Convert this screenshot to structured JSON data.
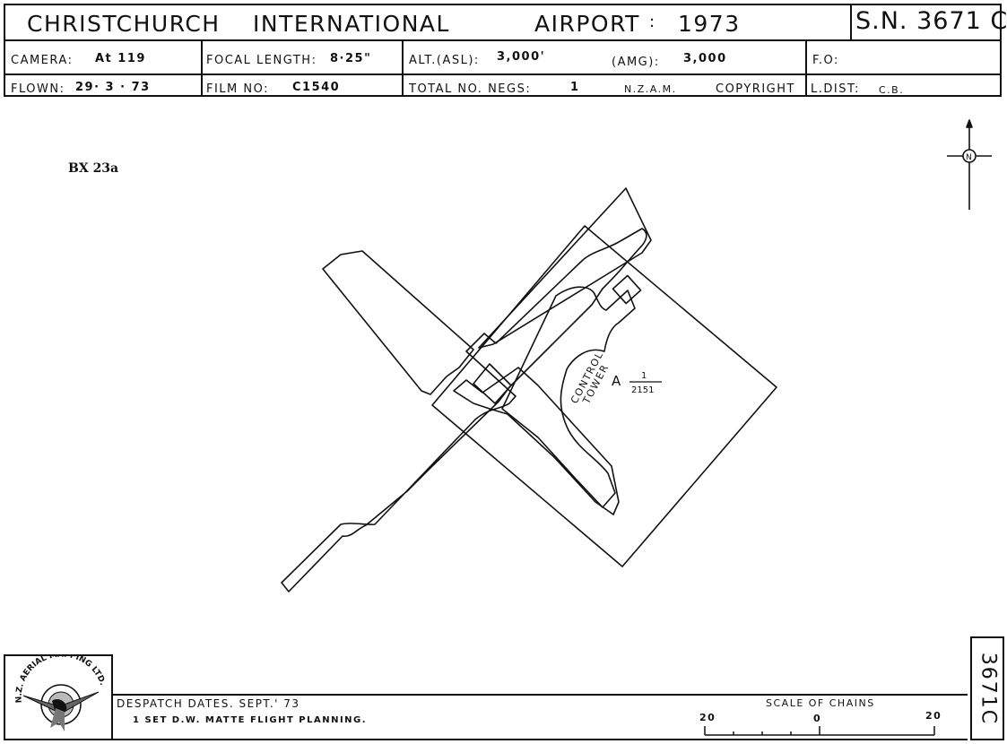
{
  "header": {
    "title_place": "CHRISTCHURCH",
    "title_word2": "INTERNATIONAL",
    "title_word3": "AIRPORT",
    "title_colon": ":",
    "title_year": "1973",
    "sheet_number": "S.N. 3671 C",
    "row1": {
      "camera_label": "CAMERA:",
      "camera_value": "At 119",
      "focal_label": "FOCAL LENGTH:",
      "focal_value": "8·25\"",
      "alt_label": "ALT.(ASL):",
      "alt_value": "3,000'",
      "amg_label": "(AMG):",
      "amg_value": "3,000",
      "fo_label": "F.O:"
    },
    "row2": {
      "flown_label": "FLOWN:",
      "flown_value": "29· 3 · 73",
      "film_label": "FILM NO:",
      "film_value": "C1540",
      "negs_label": "TOTAL NO. NEGS:",
      "negs_value": "1",
      "nzam_label": "N.Z.A.M.",
      "copyright_label": "COPYRIGHT",
      "ldist_label": "L.DIST:",
      "ldist_value": "C.B."
    }
  },
  "map": {
    "ref_label": "BX 23a",
    "north_label": "N",
    "control_tower_line1": "CONTROL",
    "control_tower_line2": "TOWER",
    "photo_letter": "A",
    "photo_numerator": "1",
    "photo_denominator": "2151"
  },
  "footer": {
    "logo_text": "N.Z. AERIAL MAPPING LTD.",
    "despatch_line": "DESPATCH DATES. SEPT.' 73",
    "planning_line": "1 SET D.W. MATTE FLIGHT PLANNING.",
    "scale_title": "SCALE OF CHAINS",
    "scale_left": "20",
    "scale_mid": "0",
    "scale_right": "20",
    "side_sheet_number": "3671C"
  }
}
